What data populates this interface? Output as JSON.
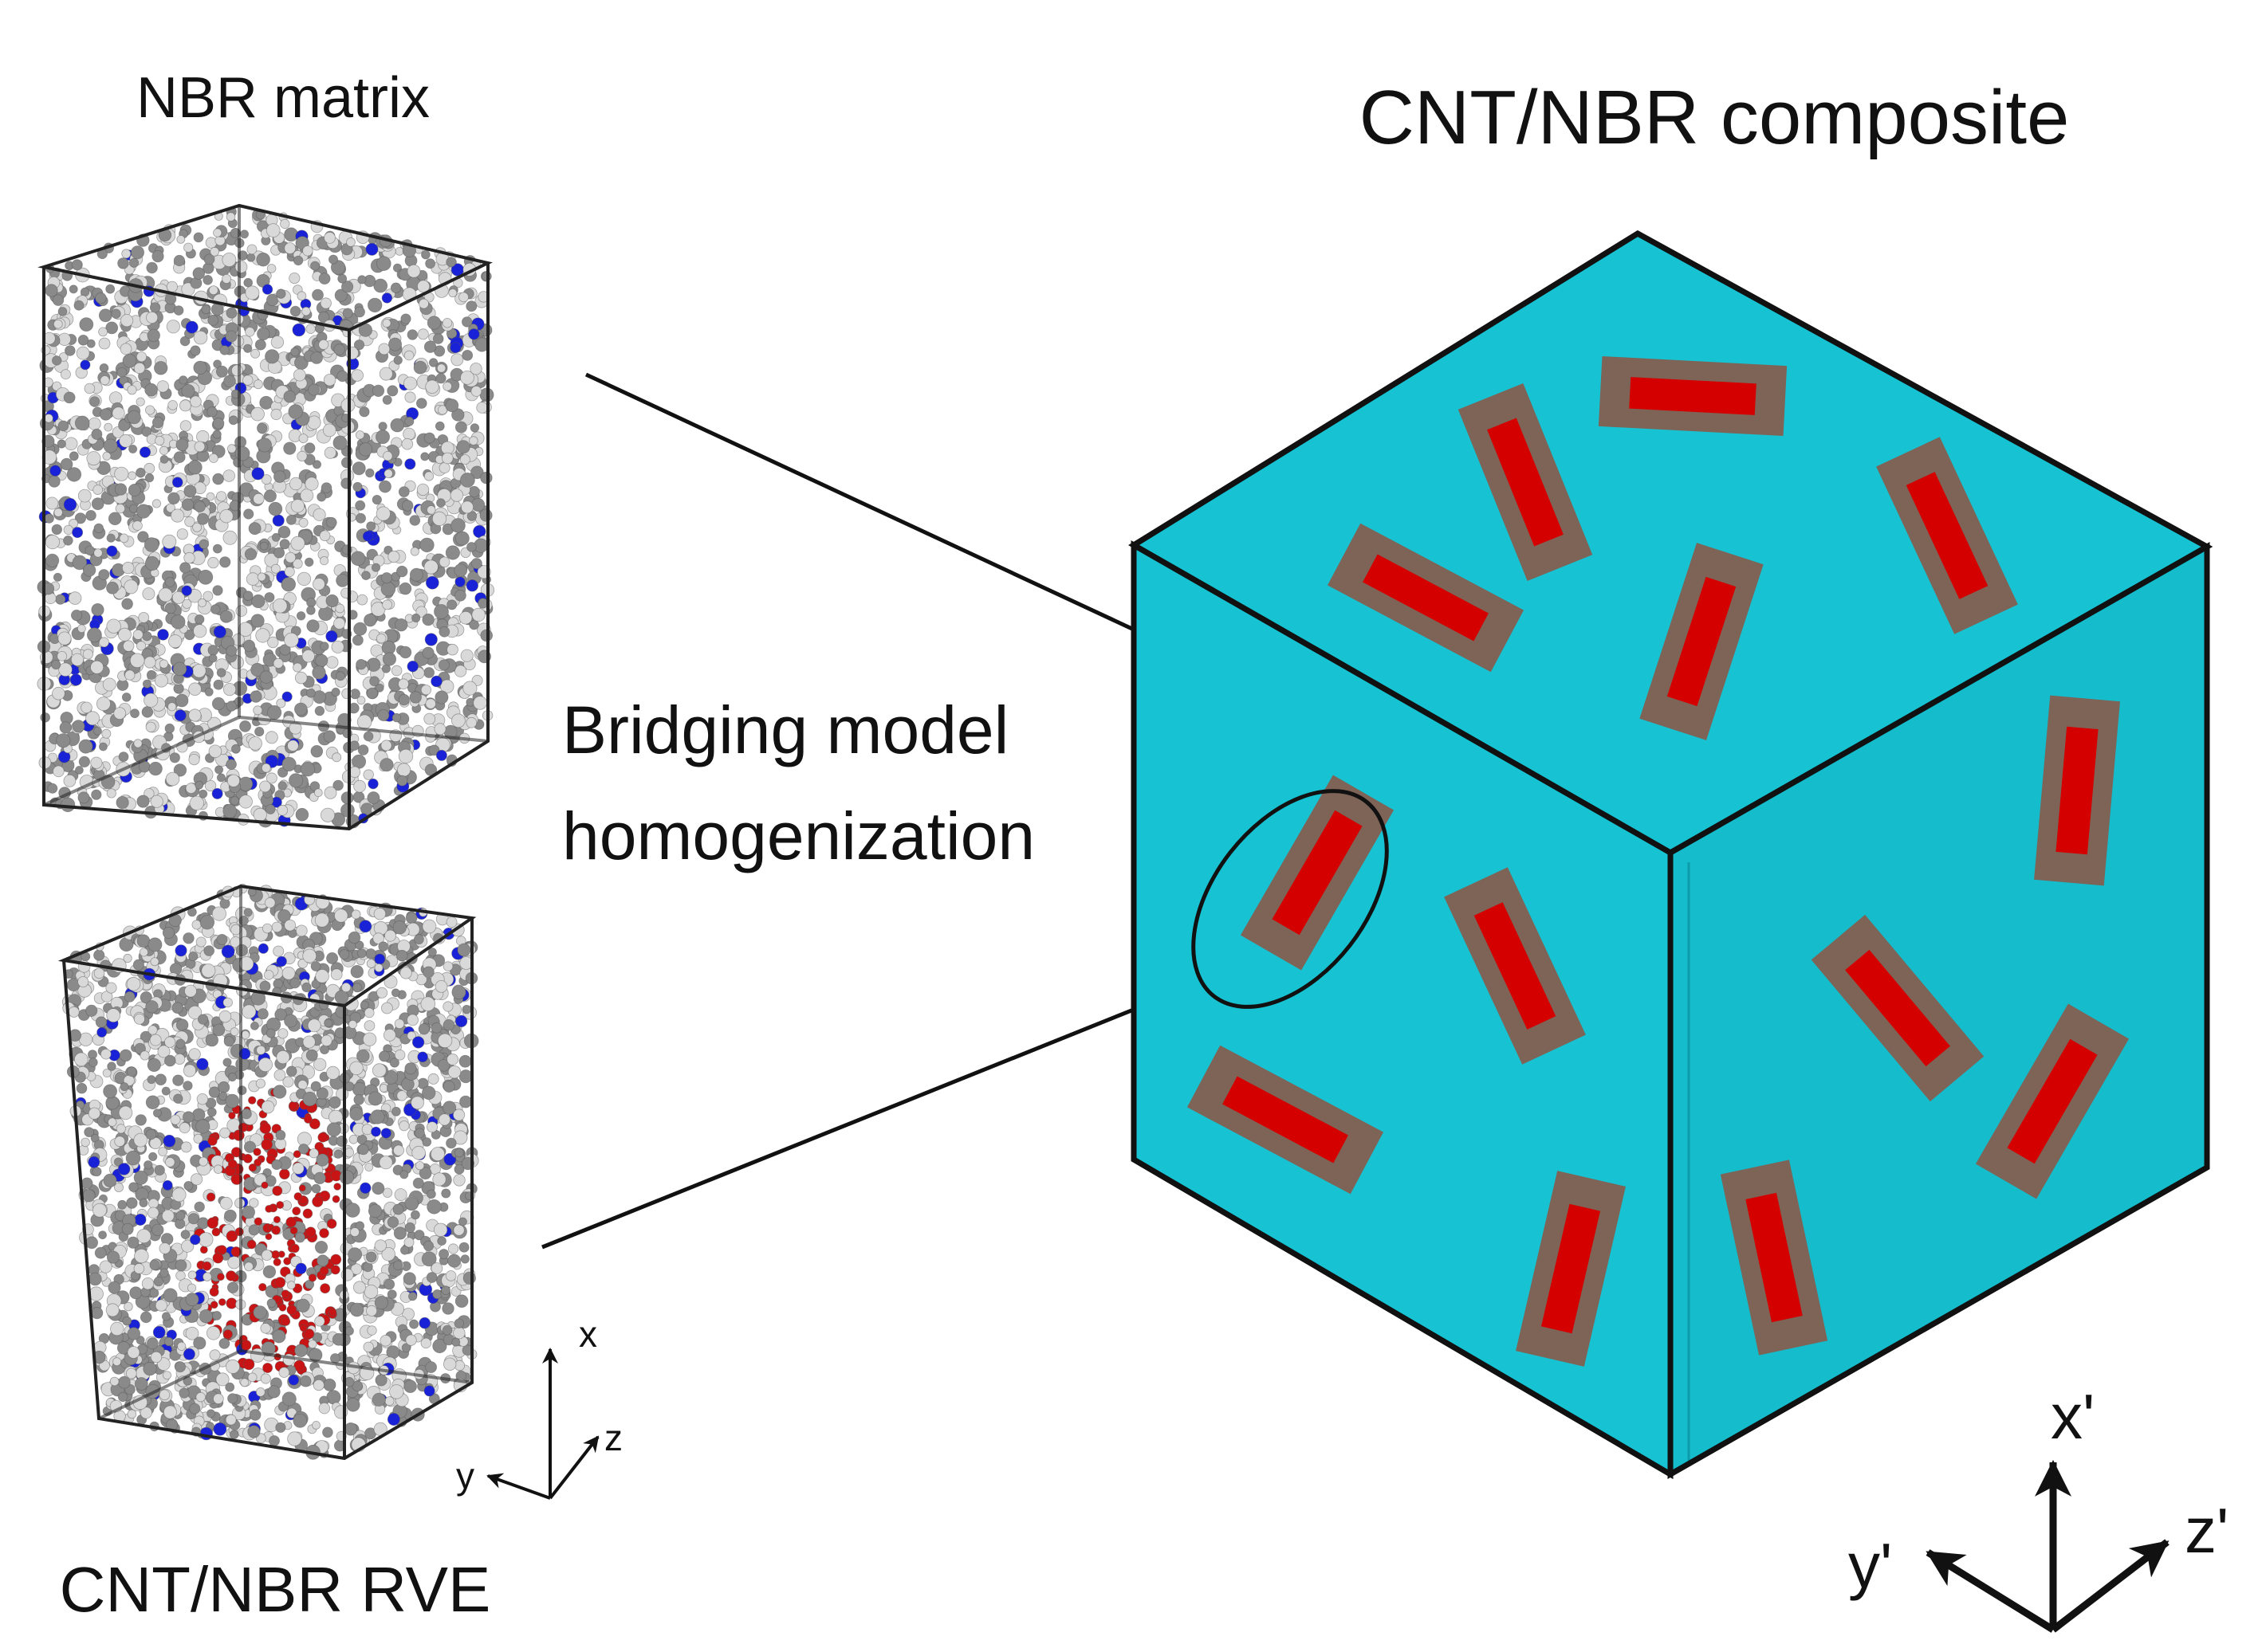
{
  "labels": {
    "nbr_matrix": "NBR  matrix",
    "cnt_nbr_rve": "CNT/NBR  RVE",
    "composite": "CNT/NBR  composite",
    "bridging_line1": "Bridging model",
    "bridging_line2": "homogenization"
  },
  "small_axes": {
    "x": "x",
    "y": "y",
    "z": "z"
  },
  "large_axes": {
    "x": "x'",
    "y": "y'",
    "z": "z'"
  },
  "colors": {
    "matrix_face": "#17c3d3",
    "matrix_face_right": "#14bccc",
    "cnt_core": "#d40000",
    "cnt_interphase": "#7d6457",
    "atom_grey": "#8a8a8a",
    "atom_light": "#d9d9d9",
    "atom_blue": "#1a22d8",
    "atom_red": "#c81414"
  }
}
